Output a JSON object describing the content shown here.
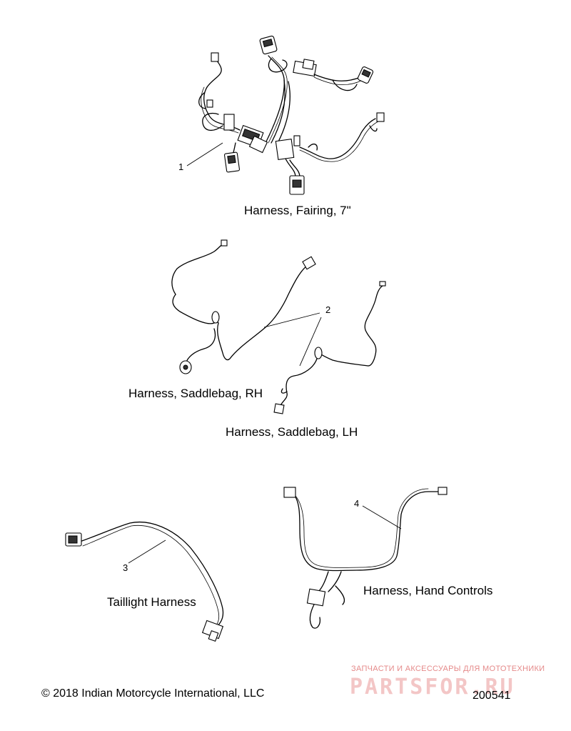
{
  "callouts": {
    "c1": "1",
    "c2": "2",
    "c3": "3",
    "c4": "4"
  },
  "labels": {
    "fairing": "Harness, Fairing, 7\"",
    "saddlebag_rh": "Harness, Saddlebag, RH",
    "saddlebag_lh": "Harness, Saddlebag, LH",
    "taillight": "Taillight Harness",
    "hand_controls": "Harness, Hand Controls"
  },
  "footer": {
    "copyright": "© 2018 Indian Motorcycle International, LLC",
    "diagram_number": "200541"
  },
  "watermark": {
    "tagline": "ЗАПЧАСТИ И АКСЕССУАРЫ ДЛЯ МОТОТЕХНИКИ",
    "logo": "PARTSFOR.RU"
  },
  "colors": {
    "line": "#000000",
    "watermark_text": "#e58a8a",
    "watermark_logo": "#f3c6c6"
  }
}
